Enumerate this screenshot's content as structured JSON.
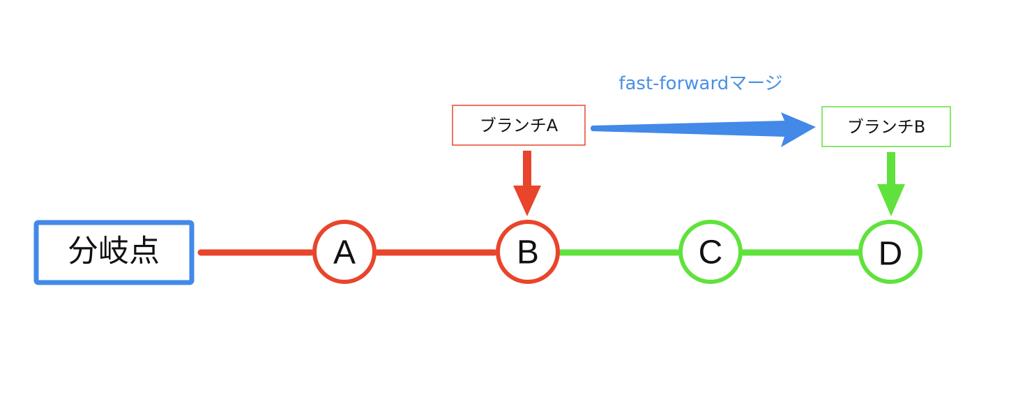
{
  "colors": {
    "background": "#ffffff",
    "origin_border": "#4289e8",
    "branch_a": "#e8452c",
    "branch_b": "#5fe23c",
    "merge_arrow": "#4289e8",
    "merge_text": "#4a8fe6",
    "text": "#111111"
  },
  "origin": {
    "label": "分岐点"
  },
  "commits": [
    {
      "label": "A",
      "branch": "branch_a"
    },
    {
      "label": "B",
      "branch": "branch_a"
    },
    {
      "label": "C",
      "branch": "branch_b"
    },
    {
      "label": "D",
      "branch": "branch_b"
    }
  ],
  "branch_labels": {
    "a": {
      "text": "ブランチA",
      "points_to": "B"
    },
    "b": {
      "text": "ブランチB",
      "points_to": "D"
    }
  },
  "merge": {
    "label": "fast-forwardマージ",
    "from": "ブランチA",
    "to": "ブランチB"
  }
}
